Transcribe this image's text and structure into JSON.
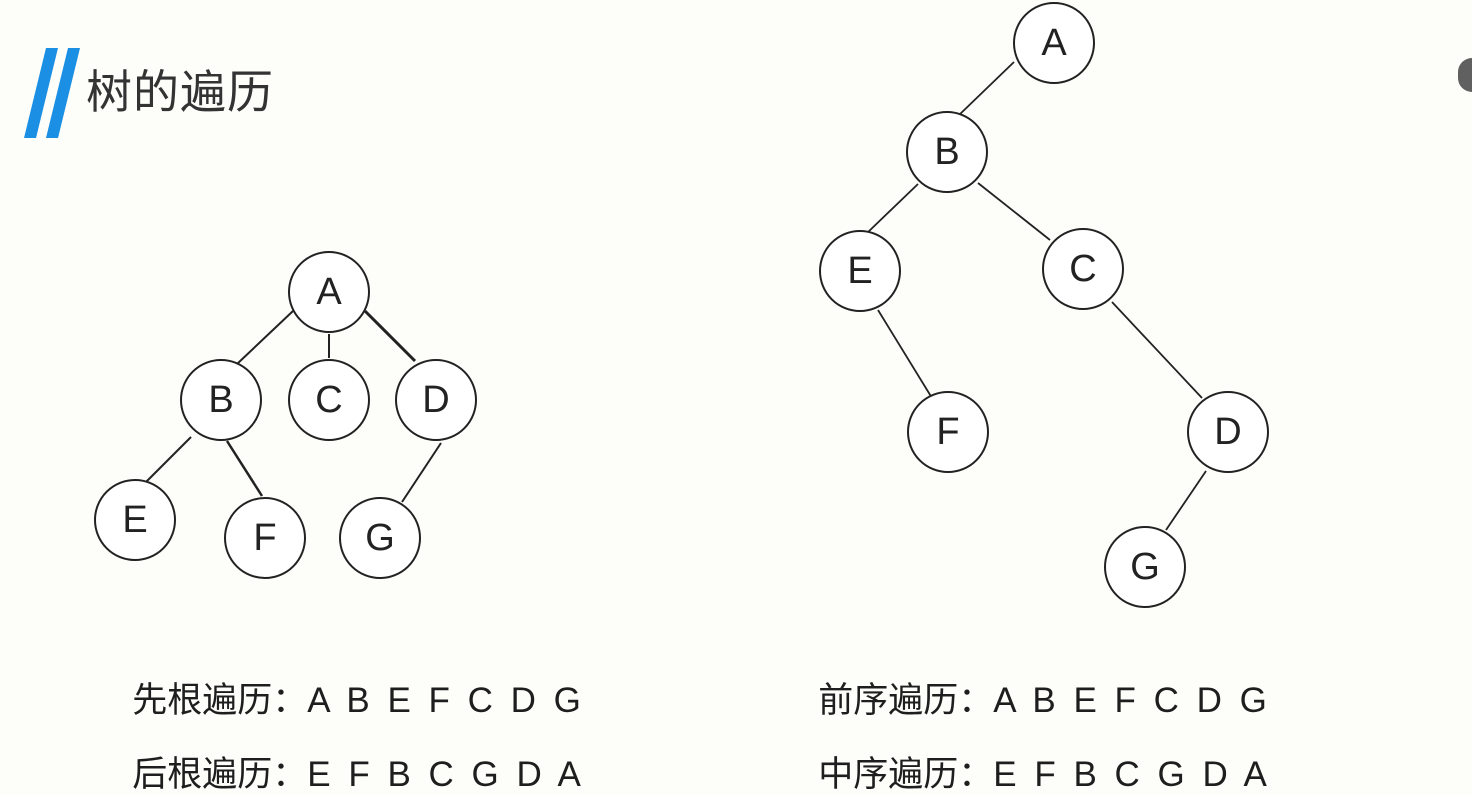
{
  "page": {
    "title": "树的遍历",
    "accent_color": "#1a8fe3"
  },
  "left_tree": {
    "nodes": [
      "A",
      "B",
      "C",
      "D",
      "E",
      "F",
      "G"
    ],
    "edges": [
      [
        "A",
        "B"
      ],
      [
        "A",
        "C"
      ],
      [
        "A",
        "D"
      ],
      [
        "B",
        "E"
      ],
      [
        "B",
        "F"
      ],
      [
        "D",
        "G"
      ]
    ]
  },
  "right_tree": {
    "nodes": [
      "A",
      "B",
      "E",
      "C",
      "F",
      "D",
      "G"
    ],
    "edges": [
      [
        "A",
        "B"
      ],
      [
        "B",
        "E"
      ],
      [
        "B",
        "C"
      ],
      [
        "E",
        "F"
      ],
      [
        "C",
        "D"
      ],
      [
        "D",
        "G"
      ]
    ]
  },
  "captions": {
    "preorder_root": {
      "label": "先根遍历：",
      "sequence": "A B E F C D G"
    },
    "postorder_root": {
      "label": "后根遍历：",
      "sequence": "E F B C G D A"
    },
    "preorder": {
      "label": "前序遍历：",
      "sequence": "A B E F C D G"
    },
    "inorder": {
      "label": "中序遍历：",
      "sequence": "E F B C G D A"
    }
  }
}
